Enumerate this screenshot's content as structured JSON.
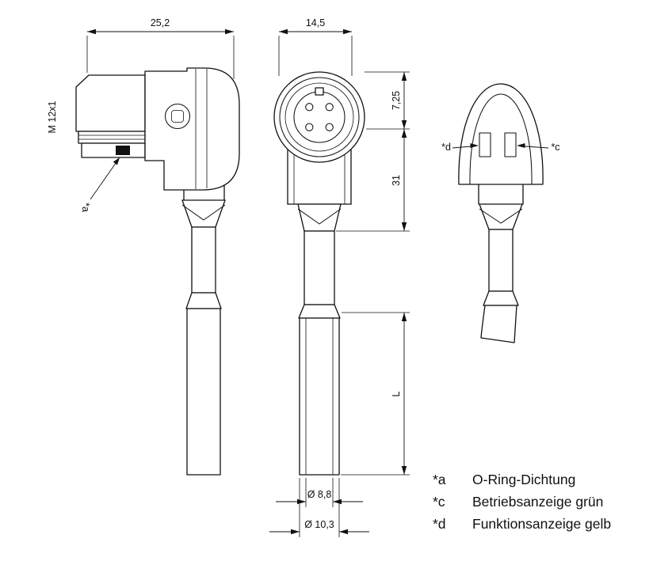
{
  "drawing": {
    "side_view": {
      "width_dim": "25,2",
      "thread_label": "M 12x1",
      "oring_marker": "*a"
    },
    "front_view": {
      "width_dim": "14,5",
      "pin_offset_dim": "7,25",
      "head_height_dim": "31",
      "cable_length_dim": "L",
      "inner_diameter_dim": "Ø 8,8",
      "outer_diameter_dim": "Ø 10,3"
    },
    "back_view": {
      "marker_left": "*d",
      "marker_right": "*c"
    }
  },
  "legend": {
    "rows": [
      {
        "key": "*a",
        "label": "O-Ring-Dichtung"
      },
      {
        "key": "*c",
        "label": "Betriebsanzeige grün"
      },
      {
        "key": "*d",
        "label": "Funktionsanzeige gelb"
      }
    ]
  },
  "colors": {
    "line": "#111111",
    "led_yellow": "#b5a832",
    "led_green": "#4f9e4f"
  }
}
